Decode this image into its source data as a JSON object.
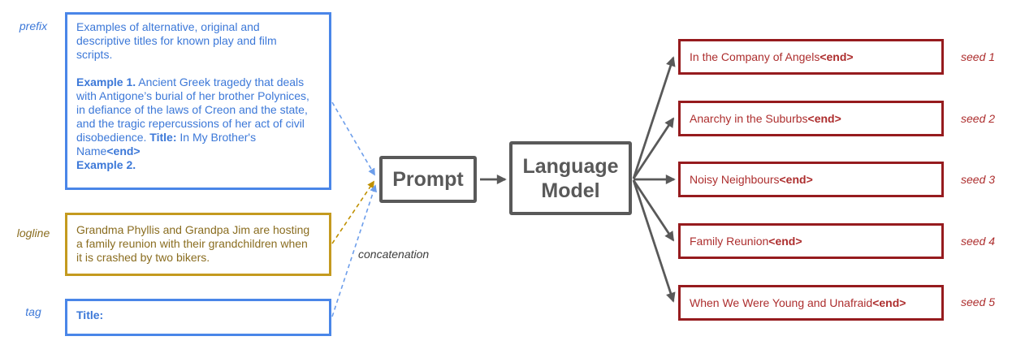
{
  "labels": {
    "prefix": "prefix",
    "logline": "logline",
    "tag": "tag",
    "concatenation": "concatenation"
  },
  "prefix_box": {
    "segments": [
      {
        "text": "Examples of alternative, original and\ndescriptive titles for known play and film\nscripts.\n\n"
      },
      {
        "text": "Example 1.",
        "bold": true
      },
      {
        "text": " Ancient Greek tragedy that deals\nwith Antigone’s burial of her brother Polynices,\nin defiance of the laws of Creon and the state,\nand the tragic repercussions of her act of civil\ndisobedience. "
      },
      {
        "text": "Title:",
        "bold": true
      },
      {
        "text": " In My Brother's\nName"
      },
      {
        "text": "<end>",
        "bold": true
      },
      {
        "text": "\n"
      },
      {
        "text": "Example 2.",
        "bold": true
      }
    ]
  },
  "logline_box": {
    "text": "Grandma Phyllis and Grandpa Jim are hosting\na family reunion with their grandchildren when\nit is crashed by two bikers."
  },
  "tag_box": {
    "text": "Title:"
  },
  "prompt_box": {
    "label": "Prompt"
  },
  "language_model_box": {
    "label": "Language\nModel"
  },
  "outputs": [
    {
      "title": "In the Company of Angels",
      "end_token": "<end>",
      "seed_label": "seed 1"
    },
    {
      "title": "Anarchy in the Suburbs",
      "end_token": "<end>",
      "seed_label": "seed 2"
    },
    {
      "title": "Noisy Neighbours",
      "end_token": "<end>",
      "seed_label": "seed 3"
    },
    {
      "title": "Family Reunion",
      "end_token": "<end>",
      "seed_label": "seed 4"
    },
    {
      "title": "When We Were Young and Unafraid",
      "end_token": "<end>",
      "seed_label": "seed 5"
    }
  ],
  "colors": {
    "blue_border": "#4a86e8",
    "blue_text": "#3c78d8",
    "gold_border": "#c49a1f",
    "gold_text": "#8a6d20",
    "red_border": "#961b1e",
    "red_text": "#ad2e2e",
    "gray_box": "#595959",
    "dash_blue": "#6d9eeb",
    "dash_gold": "#bf9000"
  }
}
